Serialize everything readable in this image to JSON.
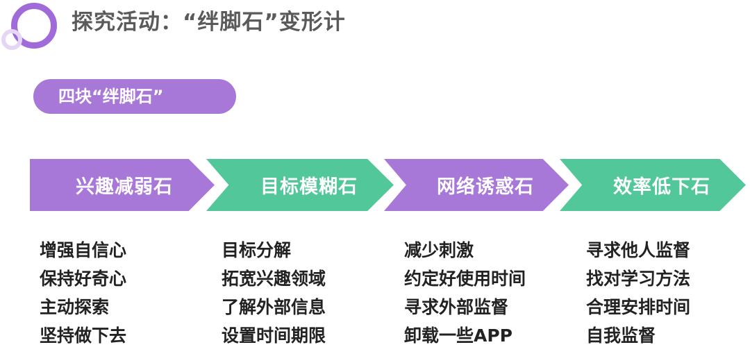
{
  "header": {
    "title": "探究活动：“绊脚石”变形计",
    "accent_color": "#a06bd8",
    "logo_icon": "concentric-circles-icon"
  },
  "section": {
    "label": "四块“绊脚石”"
  },
  "colors": {
    "purple": "#a878d8",
    "green": "#52c79a"
  },
  "stones": [
    {
      "label": "兴趣减弱石",
      "color": "purple",
      "tips": [
        "增强自信心",
        "保持好奇心",
        "主动探索",
        "坚持做下去"
      ]
    },
    {
      "label": "目标模糊石",
      "color": "green",
      "tips": [
        "目标分解",
        "拓宽兴趣领域",
        "了解外部信息",
        "设置时间期限"
      ]
    },
    {
      "label": "网络诱惑石",
      "color": "purple",
      "tips": [
        "减少刺激",
        "约定好使用时间",
        "寻求外部监督",
        "卸载一些APP"
      ]
    },
    {
      "label": "效率低下石",
      "color": "green",
      "tips": [
        "寻求他人监督",
        "找对学习方法",
        "合理安排时间",
        "自我监督"
      ]
    }
  ]
}
